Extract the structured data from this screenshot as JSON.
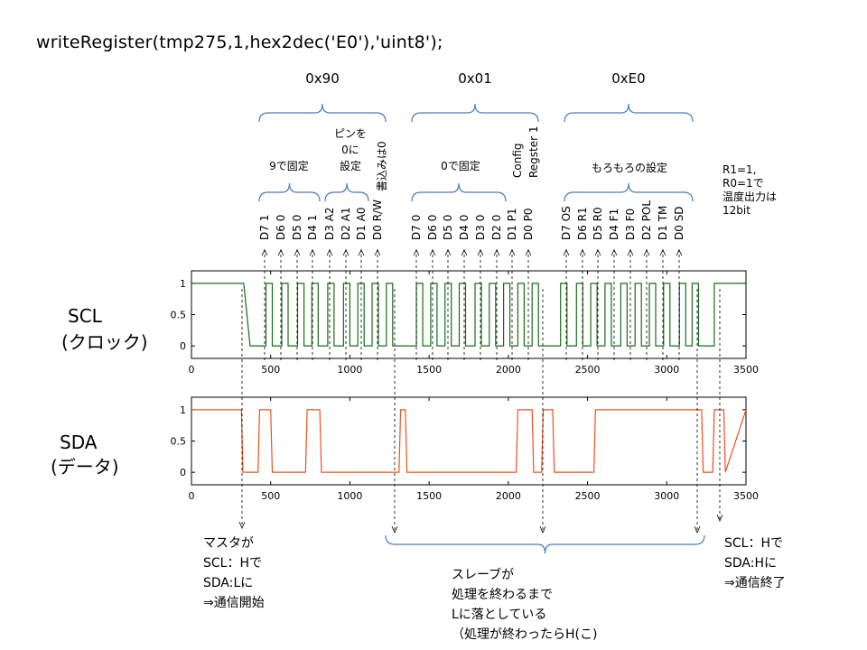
{
  "command": "writeRegister(tmp275,1,hex2dec('E0'),'uint8');",
  "bytes": [
    {
      "hex": "0x90",
      "groups": [
        {
          "label": "9で固定",
          "multiline": false
        },
        {
          "label": "ピンを\n0に\n設定",
          "multiline": true
        },
        {
          "label": "書込みは0",
          "multiline": false,
          "vertical": true
        }
      ]
    },
    {
      "hex": "0x01",
      "groups": [
        {
          "label": "0で固定",
          "multiline": false
        },
        {
          "label": "Config\nRegster 1",
          "multiline": true,
          "vertical": true
        }
      ]
    },
    {
      "hex": "0xE0",
      "groups": [
        {
          "label": "もろもろの設定",
          "multiline": false
        }
      ]
    }
  ],
  "bits": [
    "D7  1",
    "D6  0",
    "D5  0",
    "D4  1",
    "D3  A2",
    "D2  A1",
    "D1  A0",
    "D0 R/W",
    "D7  0",
    "D6  0",
    "D5  0",
    "D4  0",
    "D3  0",
    "D2  0",
    "D1  P1",
    "D0  P0",
    "D7 OS",
    "D6 R1",
    "D5 R0",
    "D4  F1",
    "D3  F0",
    "D2 POL",
    "D1  TM",
    "D0  SD"
  ],
  "resolution_note": [
    "R1=1,",
    "R0=1で",
    "温度出力は",
    "12bit"
  ],
  "scl_label": [
    "SCL",
    "(クロック)"
  ],
  "sda_label": [
    "SDA",
    "(データ)"
  ],
  "notes": {
    "start": [
      "マスタが",
      "SCL：Hで",
      "SDA:Lに",
      "⇒通信開始"
    ],
    "hold": [
      "スレーブが",
      "処理を終わるまで",
      "Lに落としている",
      "（処理が終わったらH(こ)"
    ],
    "stop": [
      "SCL：Hで",
      "SDA:Hに",
      "⇒通信終了"
    ]
  },
  "chart_data": [
    {
      "type": "line",
      "name": "SCL",
      "xlim": [
        0,
        3500
      ],
      "ylim": [
        -0.2,
        1.2
      ],
      "xticks": [
        0,
        500,
        1000,
        1500,
        2000,
        2500,
        3000,
        3500
      ],
      "yticks": [
        0,
        0.5,
        1
      ],
      "grid": false,
      "color": "#1a6b1a",
      "x": [
        0,
        330,
        370,
        2970,
        3010,
        3200,
        3260,
        3500
      ],
      "y": [
        1,
        1,
        0,
        0,
        1,
        1,
        0,
        1
      ],
      "pulses_high": [
        [
          470,
          510
        ],
        [
          570,
          610
        ],
        [
          670,
          710
        ],
        [
          760,
          800
        ],
        [
          860,
          900
        ],
        [
          960,
          1000
        ],
        [
          1050,
          1090
        ],
        [
          1140,
          1180
        ],
        [
          1230,
          1270
        ],
        [
          1420,
          1460
        ],
        [
          1510,
          1550
        ],
        [
          1600,
          1640
        ],
        [
          1690,
          1730
        ],
        [
          1790,
          1830
        ],
        [
          1880,
          1920
        ],
        [
          1970,
          2010
        ],
        [
          2060,
          2100
        ],
        [
          2150,
          2190
        ],
        [
          2330,
          2370
        ],
        [
          2430,
          2470
        ],
        [
          2520,
          2560
        ],
        [
          2610,
          2650
        ],
        [
          2710,
          2750
        ],
        [
          2800,
          2840
        ],
        [
          2890,
          2930
        ],
        [
          2980,
          3020
        ],
        [
          3080,
          3120
        ],
        [
          3160,
          3200
        ]
      ],
      "final_rise": 3300
    },
    {
      "type": "line",
      "name": "SDA",
      "xlim": [
        0,
        3500
      ],
      "ylim": [
        -0.2,
        1.2
      ],
      "xticks": [
        0,
        500,
        1000,
        1500,
        2000,
        2500,
        3000,
        3500
      ],
      "yticks": [
        0,
        0.5,
        1
      ],
      "grid": false,
      "color": "#f05020",
      "x": [
        0,
        315,
        325,
        420,
        430,
        500,
        510,
        720,
        730,
        810,
        820,
        1310,
        1320,
        1350,
        1360,
        2050,
        2060,
        2150,
        2160,
        2210,
        2220,
        2280,
        2290,
        2540,
        2550,
        3220,
        3230,
        3290,
        3300,
        3360,
        3370,
        3500
      ],
      "y": [
        1,
        1,
        0,
        0,
        1,
        1,
        0,
        0,
        1,
        1,
        0,
        0,
        1,
        1,
        0,
        0,
        1,
        1,
        0,
        0,
        1,
        1,
        0,
        0,
        1,
        1,
        0,
        0,
        1,
        1,
        0,
        1
      ]
    }
  ]
}
